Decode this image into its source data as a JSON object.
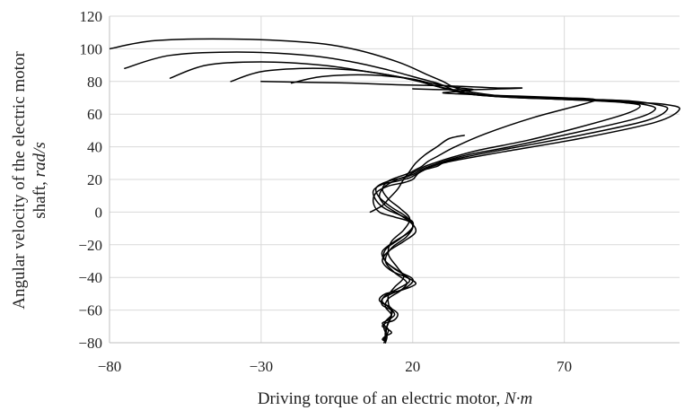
{
  "chart_data": {
    "type": "line",
    "title": "",
    "xlabel": "Driving torque of an electric motor, ",
    "xlabel_unit": "N·m",
    "ylabel_line1": "Angular velocity of the electric motor",
    "ylabel_line2": "shaft, ",
    "ylabel_unit": "rad/s",
    "xlim": [
      -80,
      108
    ],
    "ylim": [
      -80,
      120
    ],
    "x_ticks": [
      -80,
      -30,
      20,
      70
    ],
    "x_tick_labels": [
      "−80",
      "−30",
      "20",
      "70"
    ],
    "y_ticks": [
      -80,
      -60,
      -40,
      -20,
      0,
      20,
      40,
      60,
      80,
      100,
      120
    ],
    "y_tick_labels": [
      "−80",
      "−60",
      "−40",
      "−20",
      "0",
      "20",
      "40",
      "60",
      "80",
      "100",
      "120"
    ],
    "grid": true,
    "legend": "none",
    "colors": {
      "line": "#000000",
      "grid": "#d9d9d9",
      "text": "#222222"
    },
    "series": [
      {
        "x": [
          -80,
          -65,
          -40,
          -15,
          0,
          15,
          25,
          30,
          33,
          38,
          50,
          70,
          85,
          95,
          103,
          108,
          100,
          75,
          50,
          35,
          30,
          28,
          24,
          22,
          21,
          20,
          17,
          12,
          8,
          7,
          9,
          14,
          19,
          21,
          17,
          12,
          10,
          13,
          18,
          21,
          16,
          11,
          9,
          12,
          15,
          14,
          11,
          10,
          12,
          13,
          11,
          10,
          11,
          10.5
        ],
        "y": [
          100,
          105,
          106,
          104,
          100,
          92,
          84,
          80,
          77,
          74,
          71,
          69,
          68,
          67,
          66,
          63,
          55,
          45,
          37,
          32,
          30,
          28,
          26,
          24,
          22,
          20,
          18,
          16,
          12,
          6,
          0,
          -3,
          -6,
          -12,
          -18,
          -24,
          -30,
          -36,
          -40,
          -44,
          -48,
          -50,
          -54,
          -58,
          -62,
          -66,
          -68,
          -70,
          -72,
          -74,
          -76,
          -78,
          -79,
          -80
        ]
      },
      {
        "x": [
          -75,
          -60,
          -38,
          -15,
          0,
          12,
          22,
          28,
          32,
          36,
          46,
          62,
          80,
          92,
          100,
          104,
          97,
          75,
          52,
          38,
          31,
          28,
          25,
          23,
          21,
          19,
          15,
          10,
          7,
          8,
          11,
          16,
          20,
          19,
          14,
          10,
          11,
          15,
          20,
          18,
          13,
          10,
          10,
          13,
          14,
          12,
          10,
          11,
          12,
          11.5,
          10.5,
          11
        ],
        "y": [
          88,
          96,
          98,
          96,
          92,
          87,
          82,
          79,
          76,
          73,
          71,
          70,
          69,
          68,
          66,
          63,
          56,
          47,
          39,
          34,
          31,
          29,
          27,
          25,
          23,
          21,
          19,
          17,
          13,
          7,
          2,
          -2,
          -6,
          -12,
          -18,
          -24,
          -30,
          -36,
          -41,
          -46,
          -50,
          -53,
          -57,
          -60,
          -63,
          -66,
          -68,
          -70,
          -72,
          -75,
          -78,
          -80
        ]
      },
      {
        "x": [
          -60,
          -48,
          -30,
          -10,
          5,
          18,
          26,
          32,
          40,
          55,
          72,
          86,
          96,
          100,
          93,
          72,
          52,
          38,
          30,
          27,
          24,
          22,
          20,
          17,
          12,
          8,
          9,
          13,
          18,
          20,
          16,
          11,
          11,
          16,
          19,
          15,
          11,
          10,
          13,
          13,
          11,
          10.5,
          11.5,
          11
        ],
        "y": [
          82,
          90,
          92,
          90,
          86,
          82,
          78,
          75,
          72,
          70,
          69,
          68,
          66,
          63,
          57,
          48,
          40,
          35,
          31,
          29,
          27,
          25,
          23,
          21,
          19,
          15,
          9,
          3,
          -3,
          -9,
          -16,
          -23,
          -30,
          -37,
          -42,
          -47,
          -51,
          -55,
          -59,
          -63,
          -67,
          -71,
          -76,
          -80
        ]
      },
      {
        "x": [
          -40,
          -30,
          -15,
          0,
          12,
          22,
          28,
          33,
          38,
          46,
          56,
          70,
          82,
          90,
          95,
          90,
          75,
          58,
          42,
          32,
          27,
          24,
          22,
          20,
          18,
          15,
          11,
          9,
          11,
          16,
          20,
          18,
          13,
          11,
          14,
          18,
          16,
          12,
          11,
          13,
          12,
          11,
          11
        ],
        "y": [
          80,
          86,
          88,
          87,
          84,
          80,
          77,
          75,
          73,
          71,
          70,
          69,
          68,
          67,
          65,
          60,
          52,
          44,
          38,
          33,
          30,
          28,
          26,
          24,
          22,
          20,
          16,
          10,
          4,
          -2,
          -8,
          -15,
          -22,
          -30,
          -37,
          -43,
          -48,
          -53,
          -58,
          -63,
          -68,
          -73,
          -79
        ]
      },
      {
        "x": [
          -20,
          -10,
          5,
          18,
          26,
          32,
          36,
          40,
          36,
          30,
          40,
          55,
          70,
          80,
          76,
          60,
          44,
          34,
          28,
          25,
          23,
          21,
          19,
          16,
          12,
          10,
          12,
          16,
          19,
          17,
          13,
          12,
          15,
          17,
          14,
          12,
          12,
          13,
          11.5,
          11
        ],
        "y": [
          79,
          83,
          84,
          82,
          79,
          77,
          76,
          75,
          74,
          73,
          72,
          71,
          70,
          69,
          66,
          58,
          48,
          40,
          34,
          31,
          28,
          26,
          24,
          22,
          19,
          14,
          8,
          2,
          -4,
          -11,
          -18,
          -26,
          -34,
          -40,
          -46,
          -51,
          -56,
          -62,
          -70,
          -79
        ]
      },
      {
        "x": [
          -30,
          -15,
          0,
          15,
          28,
          36,
          42,
          48,
          52,
          56,
          50,
          40,
          30,
          20
        ],
        "y": [
          80,
          79.5,
          79,
          78,
          77.5,
          77,
          76.5,
          76,
          76,
          76,
          75.5,
          75,
          75,
          75.5
        ]
      },
      {
        "x": [
          37,
          32,
          28,
          24,
          21,
          19,
          17,
          15,
          12,
          10,
          6
        ],
        "y": [
          47,
          45,
          40,
          35,
          30,
          25,
          20,
          14,
          8,
          4,
          0
        ]
      }
    ]
  }
}
